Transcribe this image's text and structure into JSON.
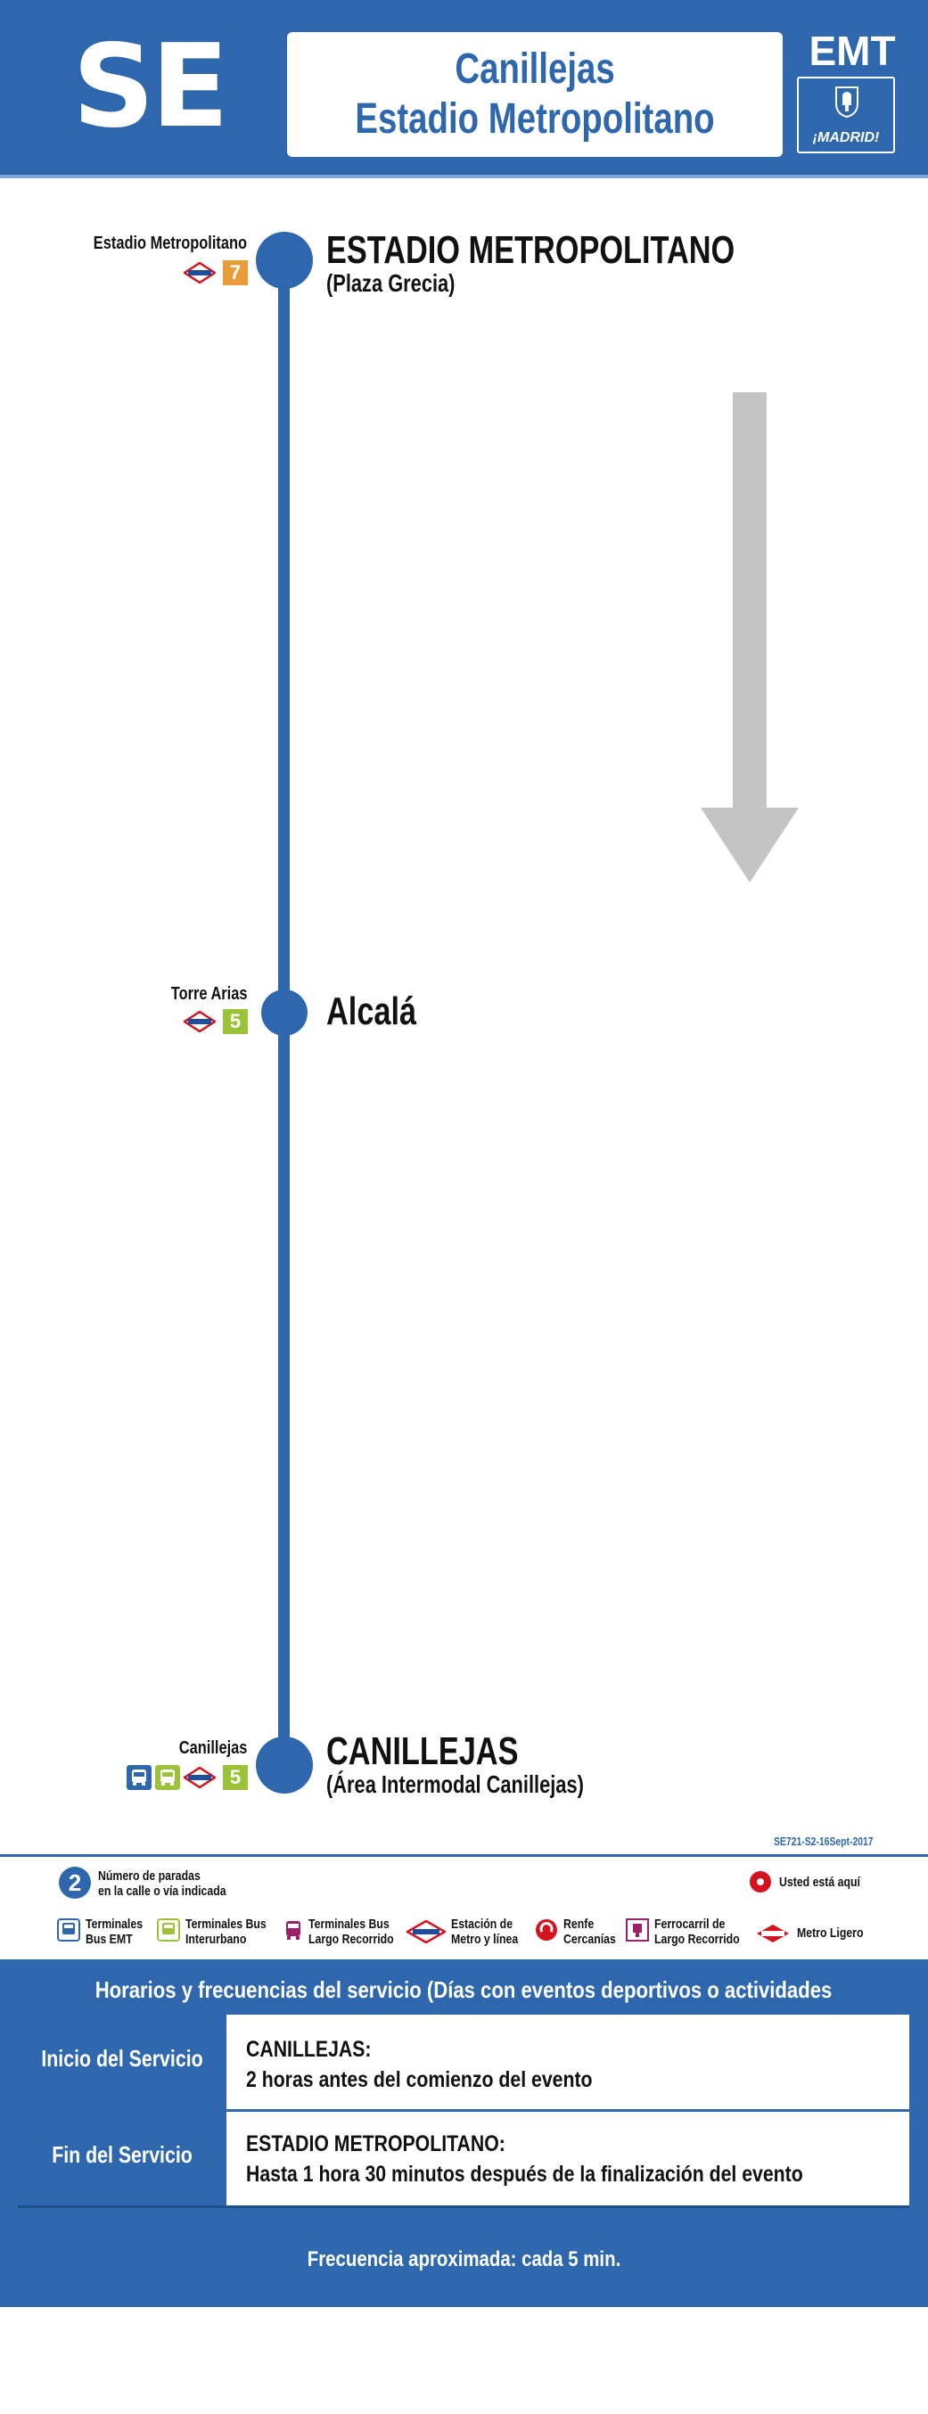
{
  "header": {
    "line_code": "SE",
    "title_line1": "Canillejas",
    "title_line2": "Estadio Metropolitano",
    "operator": "EMT",
    "city_logo_text": "¡MADRID!"
  },
  "stops": [
    {
      "name": "ESTADIO METROPOLITANO",
      "subtitle": "(Plaza Grecia)",
      "connection_name": "Estadio Metropolitano",
      "metro_line": "7",
      "metro_line_color": "#e89c3a"
    },
    {
      "name": "Alcalá",
      "subtitle": "",
      "connection_name": "Torre Arias",
      "metro_line": "5",
      "metro_line_color": "#9cc23a"
    },
    {
      "name": "CANILLEJAS",
      "subtitle": "(Área Intermodal Canillejas)",
      "connection_name": "Canillejas",
      "metro_line": "5",
      "metro_line_color": "#9cc23a"
    }
  ],
  "code": "SE721-S2-16Sept-2017",
  "legend": {
    "stops_count_number": "2",
    "stops_count_line1": "Número de paradas",
    "stops_count_line2": "en la calle o vía indicada",
    "you_are_here": "Usted está aquí",
    "items": [
      {
        "line1": "Terminales",
        "line2": "Bus EMT"
      },
      {
        "line1": "Terminales Bus",
        "line2": "Interurbano"
      },
      {
        "line1": "Terminales Bus",
        "line2": "Largo Recorrido"
      },
      {
        "line1": "Estación de",
        "line2": "Metro y línea"
      },
      {
        "line1": "Renfe",
        "line2": "Cercanías"
      },
      {
        "line1": "Ferrocarril de",
        "line2": "Largo Recorrido"
      },
      {
        "line1": "Metro Ligero",
        "line2": ""
      }
    ]
  },
  "schedule": {
    "title": "Horarios y frecuencias del servicio (Días con eventos deportivos o actividades culturales)",
    "rows": [
      {
        "label": "Inicio del Servicio",
        "value_line1": "CANILLEJAS:",
        "value_line2": "2 horas antes del comienzo del evento"
      },
      {
        "label": "Fin del Servicio",
        "value_line1": "ESTADIO METROPOLITANO:",
        "value_line2": "Hasta 1 hora 30 minutos después de la finalización del evento"
      }
    ],
    "frequency": "Frecuencia aproximada: cada 5 min."
  },
  "colors": {
    "emt_blue": "#2e67ad",
    "arrow_gray": "#c4c4c4",
    "metro_red": "#d4131f",
    "bus_interurban_green": "#9cc23a",
    "long_distance_purple": "#9b2067"
  }
}
